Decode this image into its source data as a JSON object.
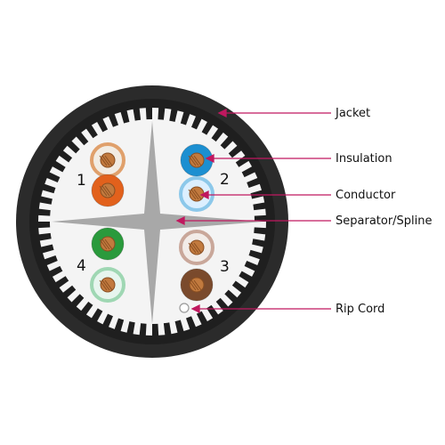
{
  "callouts": {
    "jacket": "Jacket",
    "insulation": "Insulation",
    "conductor": "Conductor",
    "separator": "Separator/Spline",
    "ripcord": "Rip Cord"
  },
  "pairs": [
    {
      "number": "1",
      "wires": [
        {
          "color": "#f2ece3",
          "stripe": "#e0a06b"
        },
        {
          "color": "#e2611c",
          "stripe": null
        }
      ]
    },
    {
      "number": "2",
      "wires": [
        {
          "color": "#1c8fd1",
          "stripe": null
        },
        {
          "color": "#dcefff",
          "stripe": "#8cc8ea"
        }
      ]
    },
    {
      "number": "3",
      "wires": [
        {
          "color": "#f2ece8",
          "stripe": "#c9a79a"
        },
        {
          "color": "#7a4a2c",
          "stripe": null
        }
      ]
    },
    {
      "number": "4",
      "wires": [
        {
          "color": "#2a9a3c",
          "stripe": null
        },
        {
          "color": "#e7f5ee",
          "stripe": "#9fd7b3"
        }
      ]
    }
  ],
  "colors": {
    "jacket": "#2b2b2b",
    "spline": "#a8a8a8",
    "leader": "#c0185f",
    "copper": "#c27a3e"
  }
}
